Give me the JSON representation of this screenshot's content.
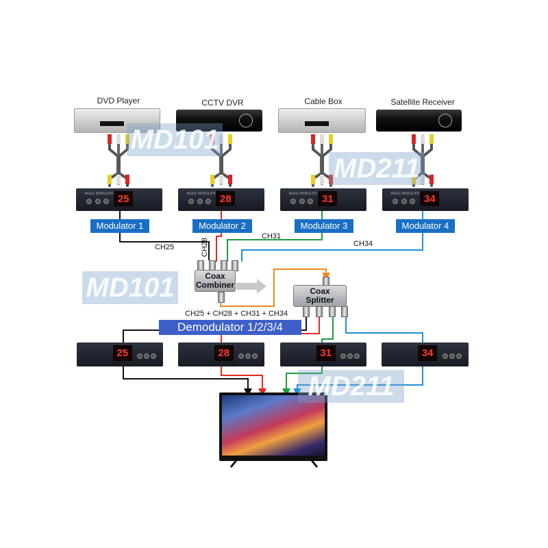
{
  "devices": [
    {
      "label": "DVD Player",
      "style": "silver"
    },
    {
      "label": "CCTV DVR",
      "style": "black"
    },
    {
      "label": "Cable Box",
      "style": "silver"
    },
    {
      "label": "Satellite Receiver",
      "style": "black"
    }
  ],
  "modulators": [
    {
      "label": "Modulator 1",
      "channel": "25",
      "panel_title": "AGILE MODULATOR",
      "color": "#111111"
    },
    {
      "label": "Modulator 2",
      "channel": "28",
      "panel_title": "AGILE MODULATOR",
      "color": "#e0281e"
    },
    {
      "label": "Modulator 3",
      "channel": "31",
      "panel_title": "AGILE MODULATOR",
      "color": "#1e9a3c"
    },
    {
      "label": "Modulator 4",
      "channel": "34",
      "panel_title": "AGILE MODULATOR",
      "color": "#1e8fd8"
    }
  ],
  "channel_labels": {
    "ch25": "CH25",
    "ch28": "CH28",
    "ch31": "CH31",
    "ch34": "CH34",
    "combined": "CH25 + CH28 + CH31 + CH34"
  },
  "combiner": {
    "label_1": "Coax",
    "label_2": "Combiner"
  },
  "splitter": {
    "label_1": "Coax",
    "label_2": "Splitter"
  },
  "demodulator_label": "Demodulator 1/2/3/4",
  "demodulators": [
    {
      "channel": "25"
    },
    {
      "channel": "28"
    },
    {
      "channel": "31"
    },
    {
      "channel": "34"
    }
  ],
  "watermarks": {
    "md101": "MD101",
    "md211": "MD211"
  },
  "colors": {
    "label_blue": "#1a6fc4",
    "demod_blue": "#3d5fc8",
    "orange": "#f08a1e"
  }
}
